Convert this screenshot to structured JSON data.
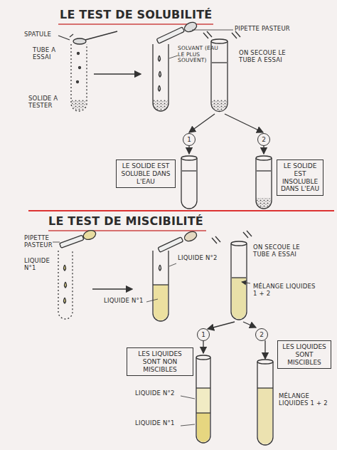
{
  "diagram": {
    "nodes": [
      {
        "text": [
          "1"
        ]
      },
      {
        "text": [
          "2"
        ]
      },
      {
        "text": [
          "LE SOLIDE EST SOLUBLE DANS L'EAU"
        ]
      },
      {
        "text": [
          "LE SOLIDE EST INSOLUBLE DANS L'EAU"
        ]
      },
      {
        "text": [
          "1"
        ]
      },
      {
        "text": [
          "2"
        ]
      },
      {
        "text": [
          "LES LIQUIDES SONT NON MISCIBLES"
        ]
      },
      {
        "text": [
          "LES LIQUIDES SONT MISCIBLES"
        ]
      }
    ],
    "labels": [
      "LE TEST DE SOLUBILITÉ",
      "SPATULE",
      "TUBE A ESSAI",
      "SOLIDE A TESTER",
      "PIPETTE PASTEUR",
      "SOLVANT (EAU LE PLUS SOUVENT)",
      "ON SECOUE LE TUBE A ESSAI",
      "LE TEST DE MISCIBILITÉ",
      "PIPETTE PASTEUR",
      "LIQUIDE N°1",
      "LIQUIDE N°2",
      "LIQUIDE N°1",
      "ON SECOUE LE TUBE A ESSAI",
      "MÉLANGE LIQUIDES 1 + 2",
      "LIQUIDE N°2",
      "LIQUIDE N°1",
      "MÉLANGE LIQUIDES 1 + 2"
    ]
  }
}
